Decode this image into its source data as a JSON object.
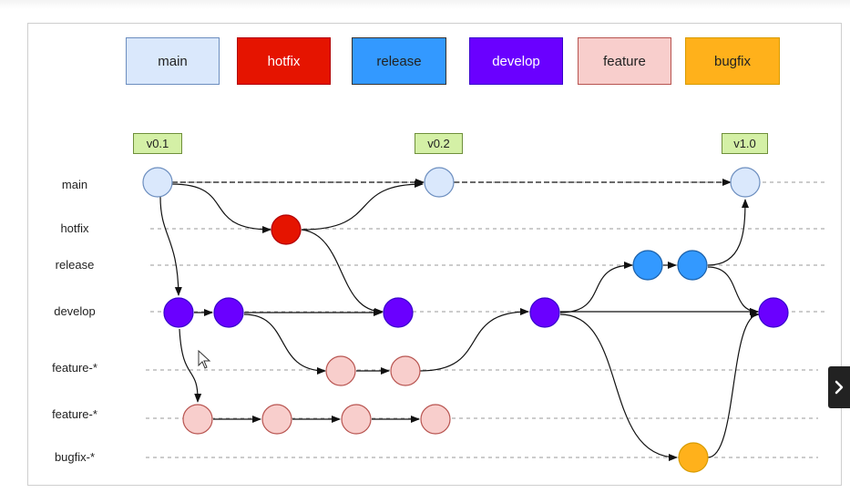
{
  "legend": [
    {
      "label": "main",
      "fill": "#dae8fc",
      "border": "#6c8ebf",
      "text_color": "#222222"
    },
    {
      "label": "hotfix",
      "fill": "#e51400",
      "border": "#b20000",
      "text_color": "#ffffff"
    },
    {
      "label": "release",
      "fill": "#3399ff",
      "border": "#333333",
      "text_color": "#222222"
    },
    {
      "label": "develop",
      "fill": "#6a00ff",
      "border": "#3700cc",
      "text_color": "#ffffff"
    },
    {
      "label": "feature",
      "fill": "#f8cecc",
      "border": "#b85450",
      "text_color": "#222222"
    },
    {
      "label": "bugfix",
      "fill": "#ffb11b",
      "border": "#d79b00",
      "text_color": "#222222"
    }
  ],
  "lanes": [
    "main",
    "hotfix",
    "release",
    "develop",
    "feature-*",
    "feature-*",
    "bugfix-*"
  ],
  "tags": [
    "v0.1",
    "v0.2",
    "v1.0"
  ],
  "colors": {
    "main": "#dae8fc",
    "hotfix": "#e51400",
    "release": "#3399ff",
    "develop": "#6a00ff",
    "feature": "#f8cecc",
    "bugfix": "#ffb11b",
    "node_stroke": "#5a7fb8",
    "tag_fill": "#d4f0a6"
  },
  "nav": {
    "next_icon": "chevron-right-icon"
  }
}
